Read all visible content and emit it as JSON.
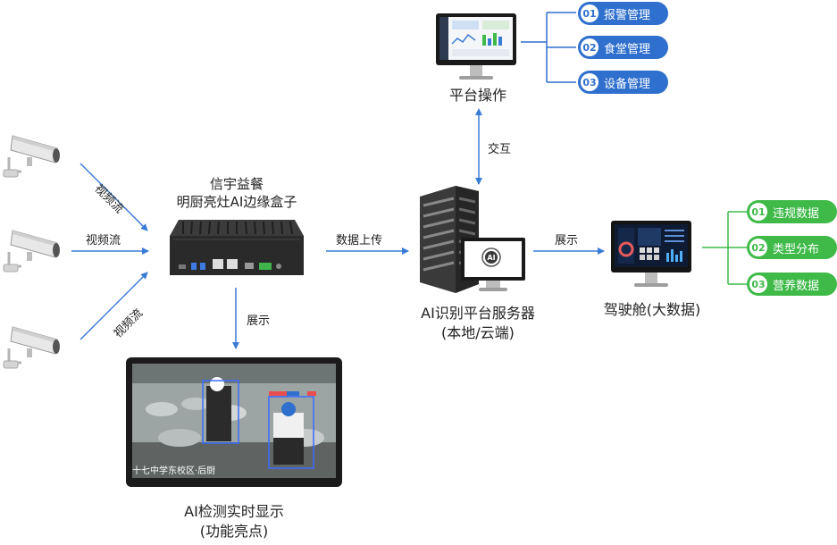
{
  "nodes": {
    "edge_box": {
      "line1": "信宇益餐",
      "line2": "明厨亮灶AI边缘盒子"
    },
    "platform": {
      "label": "平台操作"
    },
    "server": {
      "line1": "AI识别平台服务器",
      "line2": "(本地/云端)",
      "badge": "AI"
    },
    "cockpit": {
      "label": "驾驶舱(大数据)"
    },
    "monitor": {
      "line1": "AI检测实时显示",
      "line2": "(功能亮点)",
      "caption": "十七中学东校区·后厨"
    }
  },
  "edges": {
    "cam_top": "视频流",
    "cam_mid": "视频流",
    "cam_bot": "视频流",
    "upload": "数据上传",
    "interact": "交互",
    "show_monitor": "展示",
    "show_cockpit": "展示"
  },
  "platform_items": [
    {
      "num": "01",
      "label": "报警管理"
    },
    {
      "num": "02",
      "label": "食堂管理"
    },
    {
      "num": "03",
      "label": "设备管理"
    }
  ],
  "cockpit_items": [
    {
      "num": "01",
      "label": "违规数据"
    },
    {
      "num": "02",
      "label": "类型分布"
    },
    {
      "num": "03",
      "label": "营养数据"
    }
  ],
  "colors": {
    "blue": "#2f6fcd",
    "green": "#3fba49",
    "arrow": "#3a7bd5"
  }
}
